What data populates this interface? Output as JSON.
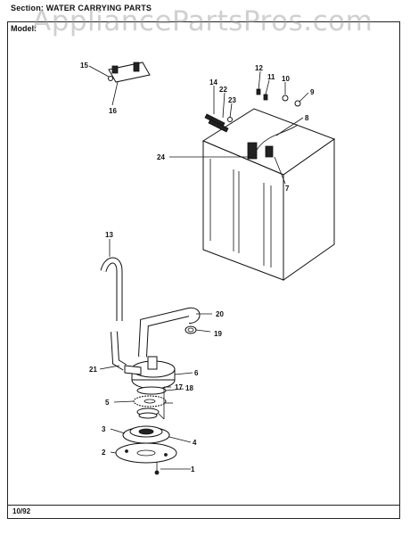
{
  "header": {
    "section_label": "Section:  WATER CARRYING PARTS",
    "model_label": "Model:"
  },
  "watermark": "AppliancePartsPros.com",
  "footer": {
    "date": "10/92"
  },
  "callouts": [
    {
      "id": "c1",
      "label": "1"
    },
    {
      "id": "c2",
      "label": "2"
    },
    {
      "id": "c3",
      "label": "3"
    },
    {
      "id": "c4",
      "label": "4"
    },
    {
      "id": "c5",
      "label": "5"
    },
    {
      "id": "c6",
      "label": "6"
    },
    {
      "id": "c7",
      "label": "7"
    },
    {
      "id": "c8",
      "label": "8"
    },
    {
      "id": "c9",
      "label": "9"
    },
    {
      "id": "c10",
      "label": "10"
    },
    {
      "id": "c11",
      "label": "11"
    },
    {
      "id": "c12",
      "label": "12"
    },
    {
      "id": "c13",
      "label": "13"
    },
    {
      "id": "c14",
      "label": "14"
    },
    {
      "id": "c15",
      "label": "15"
    },
    {
      "id": "c16",
      "label": "16"
    },
    {
      "id": "c17",
      "label": "17"
    },
    {
      "id": "c18",
      "label": "18"
    },
    {
      "id": "c19",
      "label": "19"
    },
    {
      "id": "c20",
      "label": "20"
    },
    {
      "id": "c21",
      "label": "21"
    },
    {
      "id": "c22",
      "label": "22"
    },
    {
      "id": "c23",
      "label": "23"
    },
    {
      "id": "c24",
      "label": "24"
    }
  ]
}
